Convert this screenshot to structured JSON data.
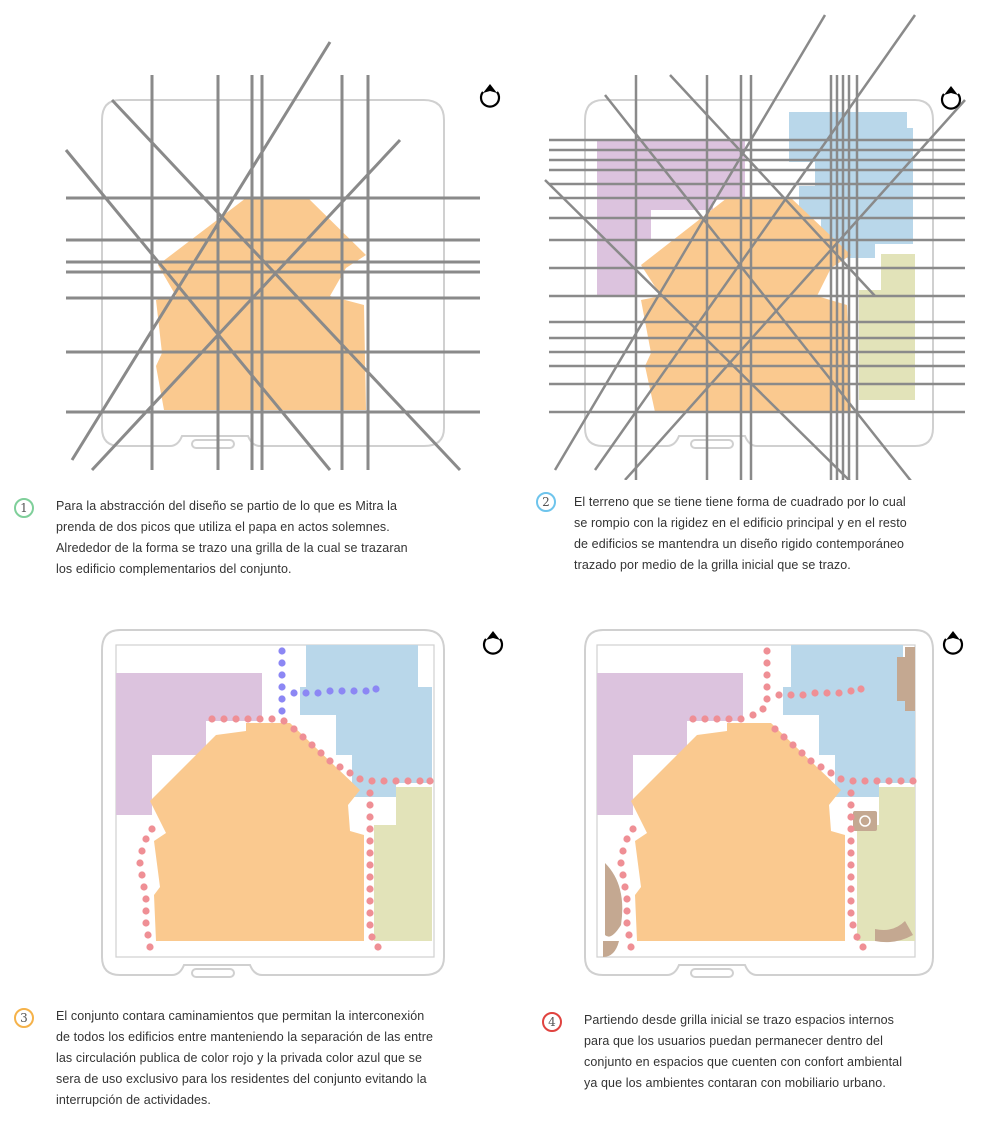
{
  "colors": {
    "grid": "#8a8a8a",
    "main_building": "#fac98f",
    "purple_building": "#dcc3de",
    "blue_building": "#b9d7ea",
    "green_building": "#e2e3b9",
    "public_path": "#ef8f95",
    "private_path": "#8c87f4",
    "furniture": "#c4a891",
    "outline": "#d0d0d0"
  },
  "icons": {
    "rotation": "rotation-arrow-icon"
  },
  "steps": [
    {
      "number": "1",
      "badge_color": "#7fcf9a",
      "lines": [
        "Para la abstracción del diseño se partio de lo que es Mitra la",
        "prenda de dos picos que utiliza el papa en actos solemnes.",
        "Alrededor de la forma se trazo una grilla de la cual se trazaran",
        "los edificio complementarios del conjunto."
      ]
    },
    {
      "number": "2",
      "badge_color": "#6ec4ec",
      "lines": [
        "El terreno que se tiene tiene forma de cuadrado por lo cual",
        "se rompio con la rigidez en el edificio principal y en el resto",
        "de edificios se mantendra un diseño rigido contemporáneo",
        "trazado por medio de la grilla inicial que se trazo."
      ]
    },
    {
      "number": "3",
      "badge_color": "#f5b24a",
      "lines": [
        "El conjunto contara caminamientos que permitan la interconexión",
        "de todos los edificios entre manteniendo la separación de las entre",
        "las circulación publica de color rojo y la privada color azul que se",
        "sera de uso exclusivo para los residentes del conjunto evitando la",
        "interrupción de actividades."
      ]
    },
    {
      "number": "4",
      "badge_color": "#e0433f",
      "lines": [
        "Partiendo desde grilla inicial se trazo espacios internos",
        "para que los usuarios puedan permanecer dentro del",
        "conjunto en espacios que cuenten con confort ambiental",
        "ya que los ambientes contaran con mobiliario urbano."
      ]
    }
  ]
}
